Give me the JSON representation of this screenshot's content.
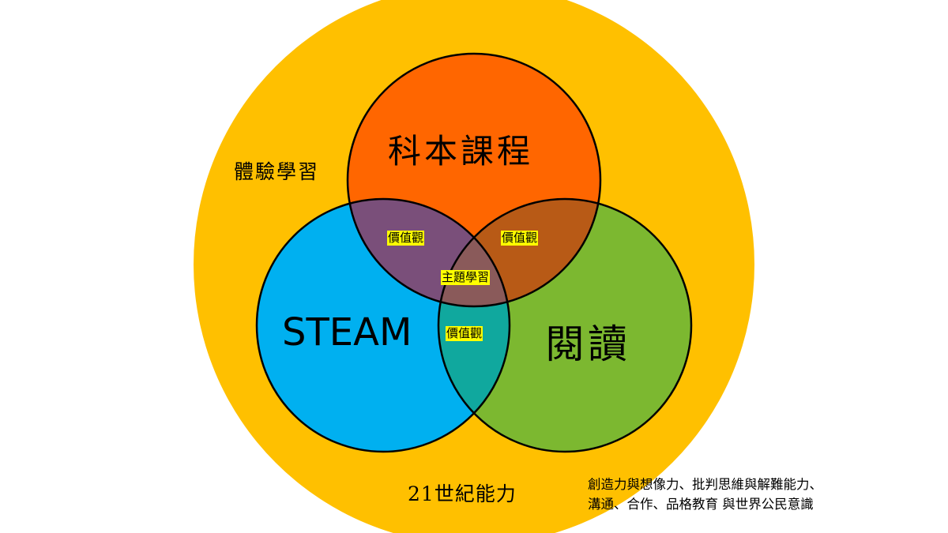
{
  "outer": {
    "label_top": "體驗學習",
    "label_bottom": "21世紀能力",
    "color": "#FFC000"
  },
  "circles": {
    "top": {
      "label": "科本課程",
      "color": "#FF6600"
    },
    "left": {
      "label": "STEAM",
      "color": "#00B0F0"
    },
    "right": {
      "label": "閱讀",
      "color": "#7CB830"
    }
  },
  "overlaps": {
    "top_left": "價值觀",
    "top_right": "價值觀",
    "left_right": "價值觀",
    "center": "主題學習",
    "top_left_color": "#7A4F7A",
    "top_right_color": "#B85A16",
    "left_right_color": "#10A89E",
    "center_color": "#8A5A5A"
  },
  "note": {
    "line1": "創造力與想像力、批判思維與解難能力、",
    "line2": "溝通、合作、品格教育 與世界公民意識"
  },
  "highlight_color": "#FFFF00"
}
